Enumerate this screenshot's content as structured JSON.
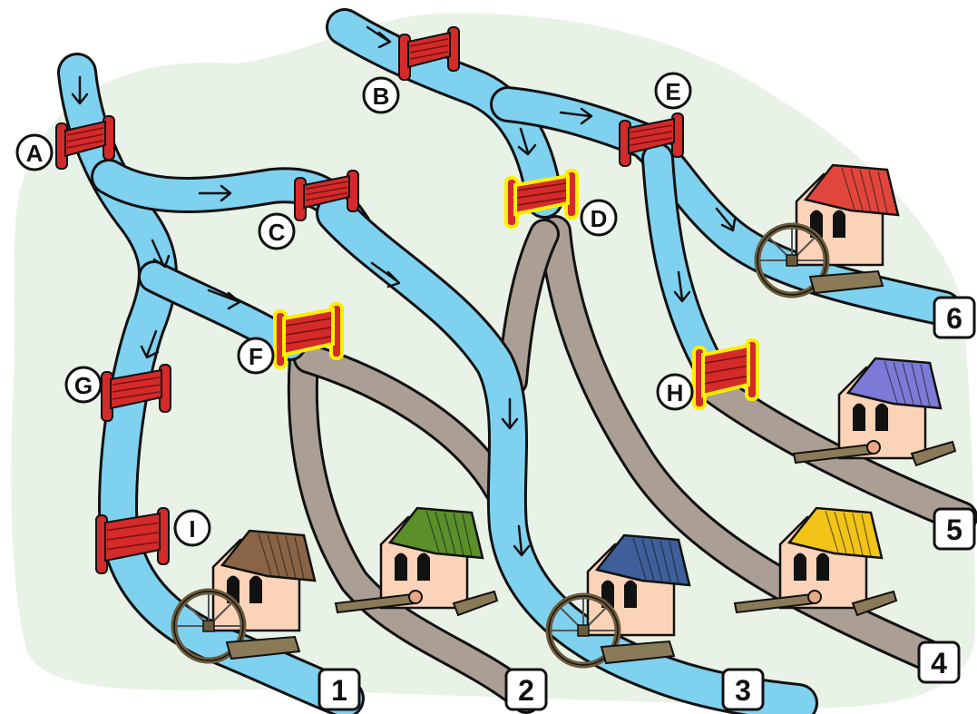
{
  "gates": [
    {
      "letter": "A",
      "state": "closed"
    },
    {
      "letter": "B",
      "state": "closed"
    },
    {
      "letter": "C",
      "state": "closed"
    },
    {
      "letter": "D",
      "state": "highlighted"
    },
    {
      "letter": "E",
      "state": "closed"
    },
    {
      "letter": "F",
      "state": "highlighted"
    },
    {
      "letter": "G",
      "state": "closed"
    },
    {
      "letter": "H",
      "state": "highlighted"
    },
    {
      "letter": "I",
      "state": "closed"
    }
  ],
  "mills": [
    {
      "number": "1",
      "roof_color": "#8a6446",
      "has_wheel": true
    },
    {
      "number": "2",
      "roof_color": "#5a8f2a",
      "has_wheel": false
    },
    {
      "number": "3",
      "roof_color": "#3e5f9a",
      "has_wheel": true
    },
    {
      "number": "4",
      "roof_color": "#f2c418",
      "has_wheel": false
    },
    {
      "number": "5",
      "roof_color": "#7d79d6",
      "has_wheel": false
    },
    {
      "number": "6",
      "roof_color": "#e0463c",
      "has_wheel": true
    }
  ],
  "colors": {
    "background": "#e9f2e6",
    "water": "#7fd1f0",
    "dry_bed": "#ab9f95",
    "gate": "#d42a2a",
    "gate_highlight": "#ffee00",
    "wall": "#fbd3b8"
  }
}
